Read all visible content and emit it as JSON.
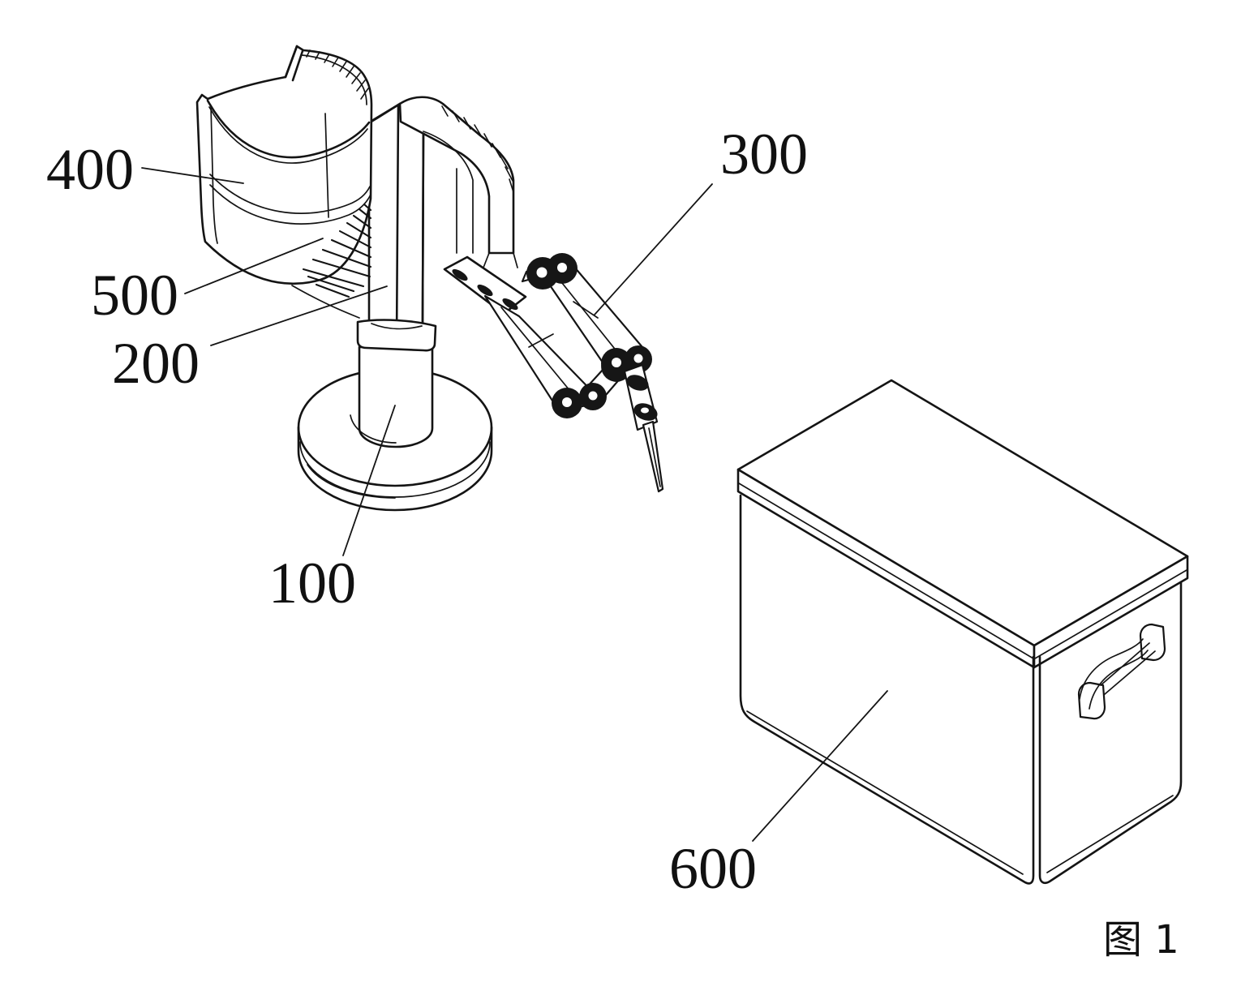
{
  "figure": {
    "caption": "图 1",
    "ink_color": "#141414",
    "background_color": "#ffffff",
    "labels": [
      {
        "id": "400",
        "text": "400"
      },
      {
        "id": "500",
        "text": "500"
      },
      {
        "id": "200",
        "text": "200"
      },
      {
        "id": "100",
        "text": "100"
      },
      {
        "id": "300",
        "text": "300"
      },
      {
        "id": "600",
        "text": "600"
      }
    ]
  }
}
